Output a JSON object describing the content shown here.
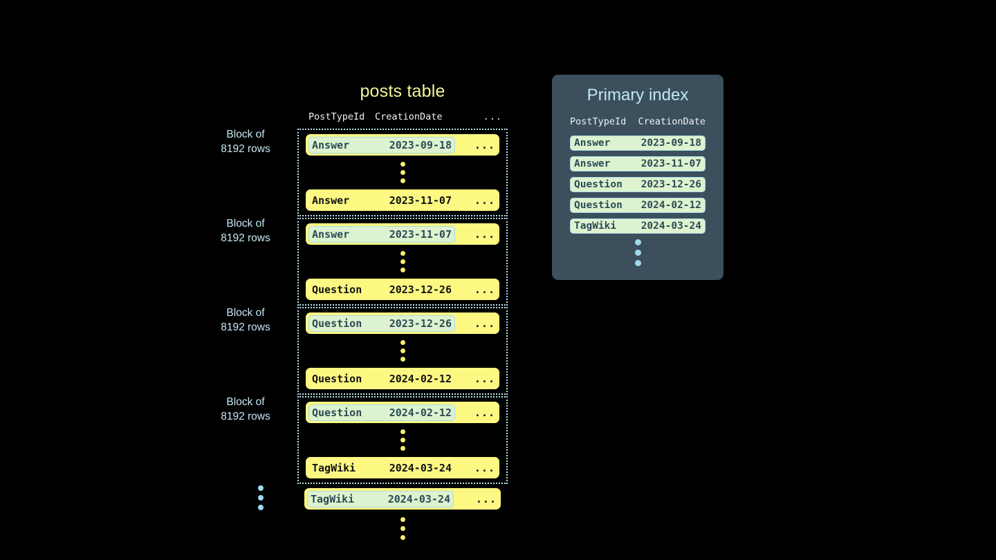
{
  "posts_table": {
    "title": "posts table",
    "columns": {
      "post_type_id": "PostTypeId",
      "creation_date": "CreationDate",
      "rest": "..."
    },
    "row_rest": "...",
    "blocks": [
      {
        "label_line1": "Block of",
        "label_line2": "8192 rows",
        "first_row": {
          "post_type_id": "Answer",
          "creation_date": "2023-09-18",
          "rest": "...",
          "marked": true
        },
        "last_row": {
          "post_type_id": "Answer",
          "creation_date": "2023-11-07",
          "rest": "...",
          "marked": false
        }
      },
      {
        "label_line1": "Block of",
        "label_line2": "8192 rows",
        "first_row": {
          "post_type_id": "Answer",
          "creation_date": "2023-11-07",
          "rest": "...",
          "marked": true
        },
        "last_row": {
          "post_type_id": "Question",
          "creation_date": "2023-12-26",
          "rest": "...",
          "marked": false
        }
      },
      {
        "label_line1": "Block of",
        "label_line2": "8192 rows",
        "first_row": {
          "post_type_id": "Question",
          "creation_date": "2023-12-26",
          "rest": "...",
          "marked": true
        },
        "last_row": {
          "post_type_id": "Question",
          "creation_date": "2024-02-12",
          "rest": "...",
          "marked": false
        }
      },
      {
        "label_line1": "Block of",
        "label_line2": "8192 rows",
        "first_row": {
          "post_type_id": "Question",
          "creation_date": "2024-02-12",
          "rest": "...",
          "marked": true
        },
        "last_row": {
          "post_type_id": "TagWiki",
          "creation_date": "2024-03-24",
          "rest": "...",
          "marked": false
        }
      }
    ],
    "standalone_row": {
      "post_type_id": "TagWiki",
      "creation_date": "2024-03-24",
      "rest": "...",
      "marked": true
    }
  },
  "primary_index": {
    "title": "Primary index",
    "columns": {
      "post_type_id": "PostTypeId",
      "creation_date": "CreationDate"
    },
    "rows": [
      {
        "post_type_id": "Answer",
        "creation_date": "2023-09-18"
      },
      {
        "post_type_id": "Answer",
        "creation_date": "2023-11-07"
      },
      {
        "post_type_id": "Question",
        "creation_date": "2023-12-26"
      },
      {
        "post_type_id": "Question",
        "creation_date": "2024-02-12"
      },
      {
        "post_type_id": "TagWiki",
        "creation_date": "2024-03-24"
      }
    ]
  },
  "colors": {
    "background": "#000000",
    "row_yellow": "#fcf882",
    "mark_green": "#ddf3cf",
    "accent_blue": "#9fd9ee",
    "panel_slate": "#3b4f5c",
    "title_yellow": "#f4f59a"
  }
}
